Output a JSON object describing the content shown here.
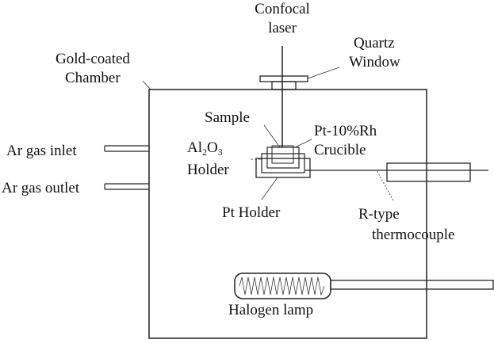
{
  "labels": {
    "confocal_line1": "Confocal",
    "confocal_line2": "laser",
    "quartz_line1": "Quartz",
    "quartz_line2": "Window",
    "gold_line1": "Gold-coated",
    "gold_line2": "Chamber",
    "sample": "Sample",
    "crucible_line1": "Pt-10%Rh",
    "crucible_line2": "Crucible",
    "al2o3_prefix": "Al",
    "al2o3_sub1": "2",
    "al2o3_mid": "O",
    "al2o3_sub2": "3",
    "holder": "Holder",
    "ar_inlet": "Ar gas inlet",
    "ar_outlet": "Ar gas outlet",
    "pt_holder": "Pt Holder",
    "rtype_line1": "R-type",
    "rtype_line2": "thermocouple",
    "halogen": "Halogen lamp"
  },
  "colors": {
    "line": "#222222",
    "sample_fill": "#7a7a7a",
    "crucible_fill": "#d9d9d9",
    "al2o3_fill": "#9a9a9a",
    "pt_holder_fill": "#ffffff"
  }
}
